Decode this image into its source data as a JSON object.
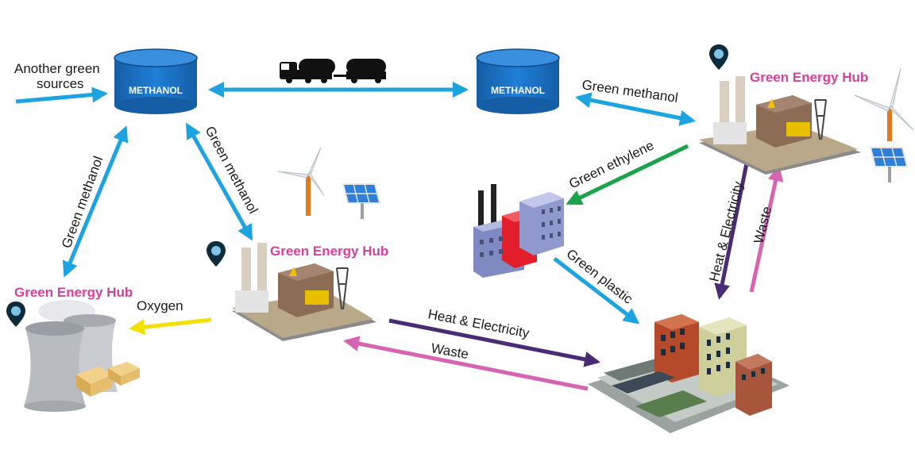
{
  "tanks": {
    "left": "METHANOL",
    "right": "METHANOL"
  },
  "sources": {
    "line1": "Another green",
    "line2": "sources"
  },
  "labels": {
    "green_methanol_top": "Green methanol",
    "green_methanol_left_vertical": "Green methanol",
    "green_methanol_diagonal": "Green methanol",
    "green_ethylene": "Green ethylene",
    "green_plastic": "Green plastic",
    "oxygen": "Oxygen",
    "heat_electricity_bottom": "Heat & Electricity",
    "waste_bottom": "Waste",
    "heat_electricity_right": "Heat & Electricity",
    "waste_right": "Waste"
  },
  "hubs": {
    "top_right": "Green Energy Hub",
    "center": "Green Energy Hub",
    "left": "Green Energy Hub"
  },
  "colors": {
    "methanol_arrow": "#1ca3e0",
    "ethylene_arrow": "#1aa34a",
    "oxygen_arrow": "#f2e000",
    "heat_arrow": "#4b2b73",
    "waste_arrow": "#d565b3",
    "hub_text": "#d5409e",
    "tank_fill": "#1a6fbf"
  }
}
